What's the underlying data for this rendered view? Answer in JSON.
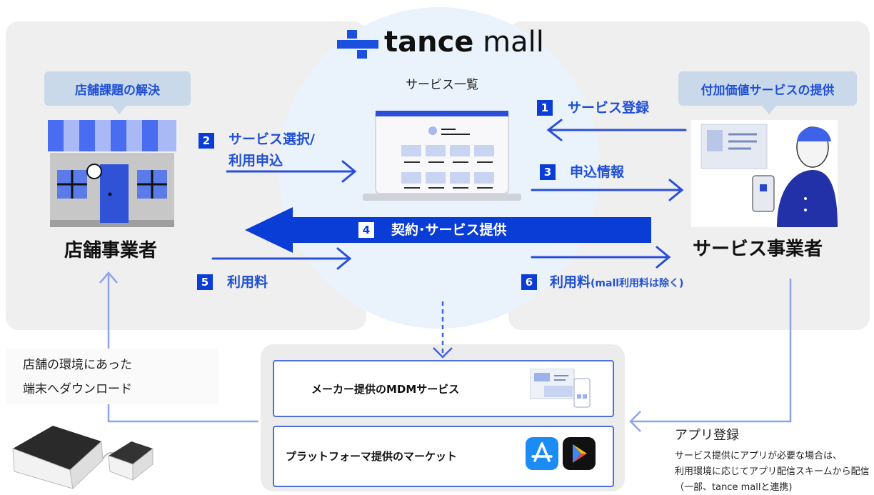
{
  "brand": {
    "name_part1": "tance",
    "name_part2": " mall"
  },
  "center_label": "サービス一覧",
  "store": {
    "bubble": "店舗課題の解決",
    "name": "店舗事業者"
  },
  "provider": {
    "bubble": "付加価値サービスの提供",
    "name": "サービス事業者"
  },
  "steps": [
    {
      "num": "1",
      "label": "サービス登録"
    },
    {
      "num": "2",
      "label_line1": "サービス選択/",
      "label_line2": "利用申込"
    },
    {
      "num": "3",
      "label": "申込情報"
    },
    {
      "num": "4",
      "label": "契約･サービス提供"
    },
    {
      "num": "5",
      "label": "利用料"
    },
    {
      "num": "6",
      "label_main": "利用料",
      "label_small": "(mall利用料は除く)"
    }
  ],
  "download_note": {
    "line1": "店舗の環境にあった",
    "line2": "端末へダウンロード"
  },
  "mdm_label": "メーカー提供のMDMサービス",
  "market_label": "プラットフォーマ提供のマーケット",
  "app_register": {
    "title": "アプリ登録",
    "line1": "サービス提供にアプリが必要な場合は、",
    "line2": "利用環境に応じてアプリ配信スキームから配信",
    "line3": "（一部、tance mallと連携)"
  },
  "colors": {
    "accent": "#1f4fd6",
    "deep_blue": "#0a3cd6",
    "panel": "#efefef",
    "line": "#4f6fe0"
  }
}
